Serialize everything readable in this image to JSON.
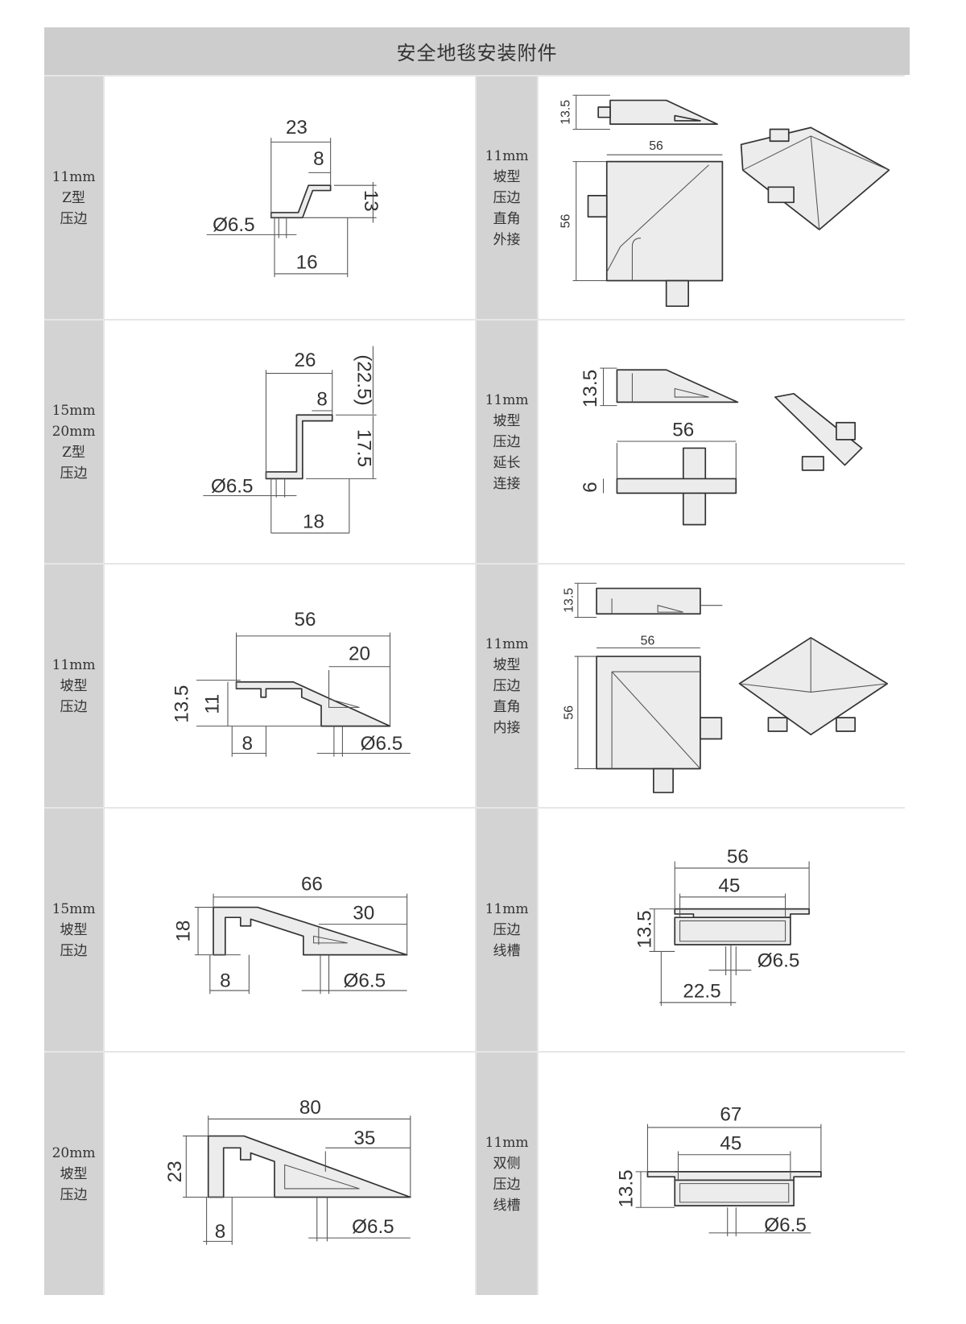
{
  "title": "安全地毯安装附件",
  "cells": [
    {
      "label": "11mm\nZ型\n压边",
      "dims": [
        "23",
        "8",
        "13",
        "Ø6.5",
        "16"
      ]
    },
    {
      "label": "11mm\n坡型\n压边\n直角\n外接",
      "dims": [
        "13.5",
        "56",
        "56"
      ]
    },
    {
      "label": "15mm\n20mm\nZ型\n压边",
      "dims": [
        "26",
        "8",
        "(22.5)",
        "17.5",
        "Ø6.5",
        "18"
      ]
    },
    {
      "label": "11mm\n坡型\n压边\n延长\n连接",
      "dims": [
        "13.5",
        "56",
        "6"
      ]
    },
    {
      "label": "11mm\n坡型\n压边",
      "dims": [
        "56",
        "20",
        "13.5",
        "11",
        "8",
        "Ø6.5"
      ]
    },
    {
      "label": "11mm\n坡型\n压边\n直角\n内接",
      "dims": [
        "13.5",
        "56",
        "56"
      ]
    },
    {
      "label": "15mm\n坡型\n压边",
      "dims": [
        "66",
        "30",
        "18",
        "8",
        "Ø6.5"
      ]
    },
    {
      "label": "11mm\n压边\n线槽",
      "dims": [
        "56",
        "45",
        "13.5",
        "Ø6.5",
        "22.5"
      ]
    },
    {
      "label": "20mm\n坡型\n压边",
      "dims": [
        "80",
        "35",
        "23",
        "8",
        "Ø6.5"
      ]
    },
    {
      "label": "11mm\n双侧\n压边\n线槽",
      "dims": [
        "67",
        "45",
        "13.5",
        "Ø6.5"
      ]
    }
  ]
}
